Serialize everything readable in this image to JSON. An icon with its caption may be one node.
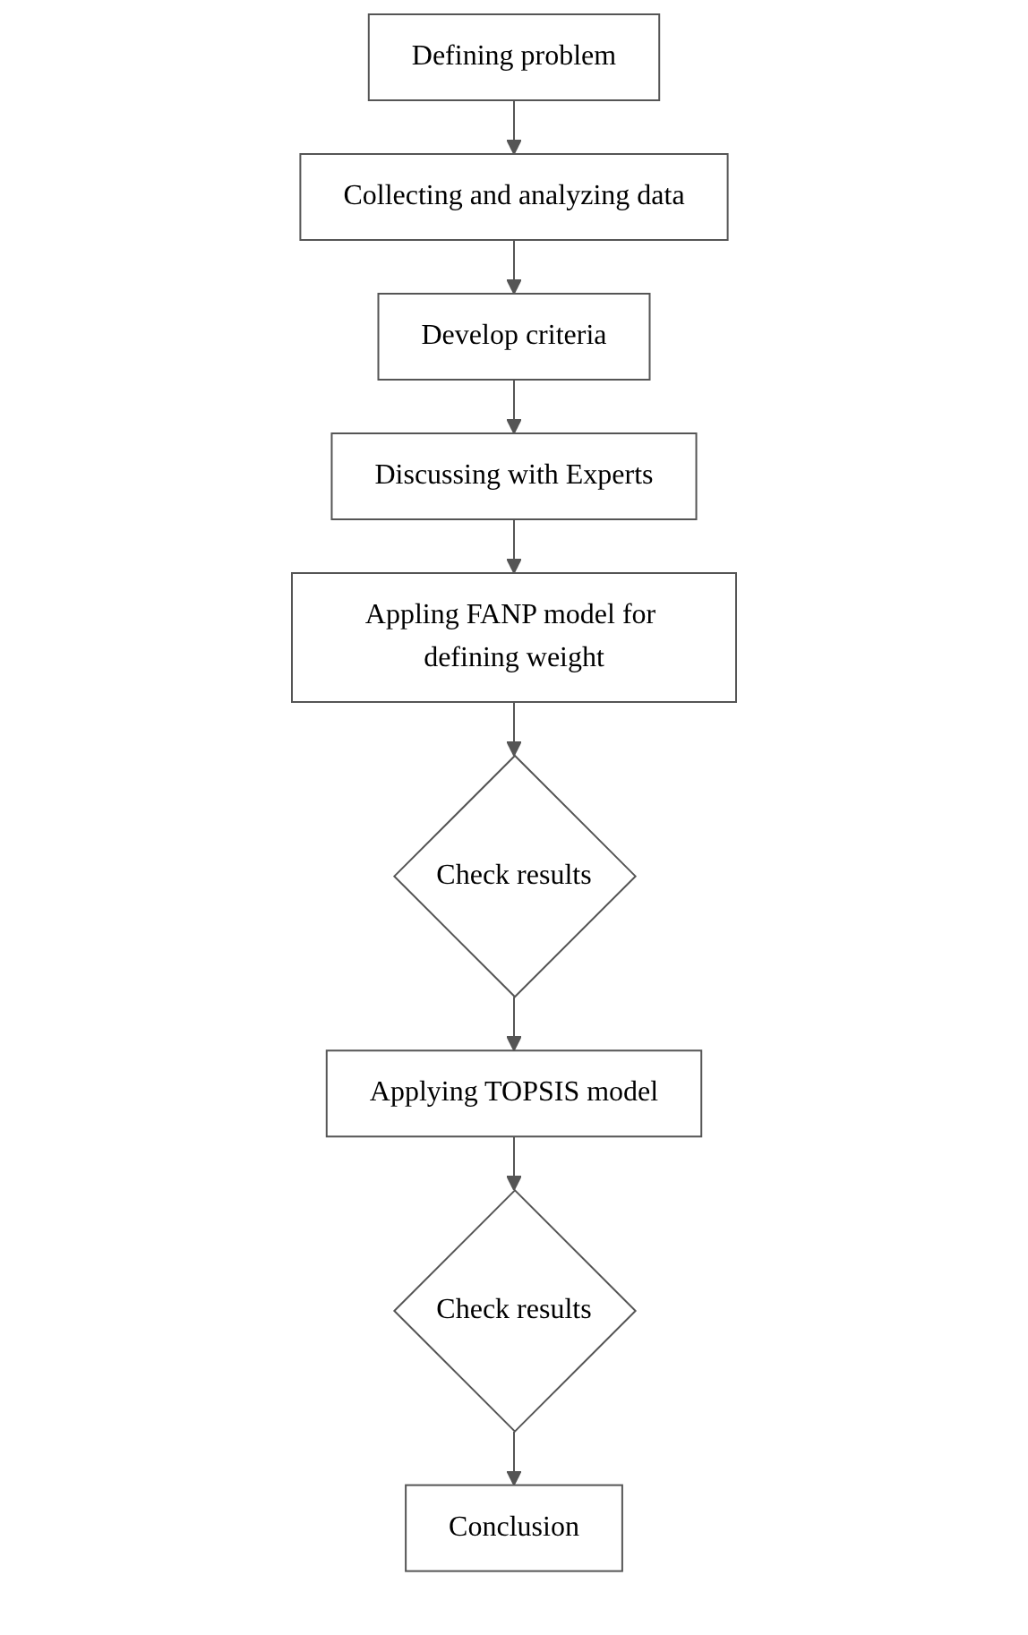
{
  "diagram": {
    "nodes": [
      {
        "text": [
          "Defining problem"
        ]
      },
      {
        "text": [
          "Collecting and analyzing data"
        ]
      },
      {
        "text": [
          "Develop criteria"
        ]
      },
      {
        "text": [
          "Discussing with Experts"
        ]
      },
      {
        "text": [
          "Appling FANP model for defining weight"
        ]
      },
      {
        "text": [
          "Check results"
        ]
      },
      {
        "text": [
          "Applying TOPSIS model"
        ]
      },
      {
        "text": [
          "Check results"
        ]
      },
      {
        "text": [
          "Conclusion"
        ]
      }
    ],
    "edges": [
      {
        "from": 0,
        "to": 1,
        "arrow": "to"
      },
      {
        "from": 1,
        "to": 2,
        "arrow": "to"
      },
      {
        "from": 2,
        "to": 3,
        "arrow": "to"
      },
      {
        "from": 3,
        "to": 4,
        "arrow": "to"
      },
      {
        "from": 4,
        "to": 5,
        "arrow": "to"
      },
      {
        "from": 5,
        "to": 6,
        "arrow": "to"
      },
      {
        "from": 6,
        "to": 7,
        "arrow": "to"
      },
      {
        "from": 7,
        "to": 8,
        "arrow": "to"
      }
    ]
  }
}
